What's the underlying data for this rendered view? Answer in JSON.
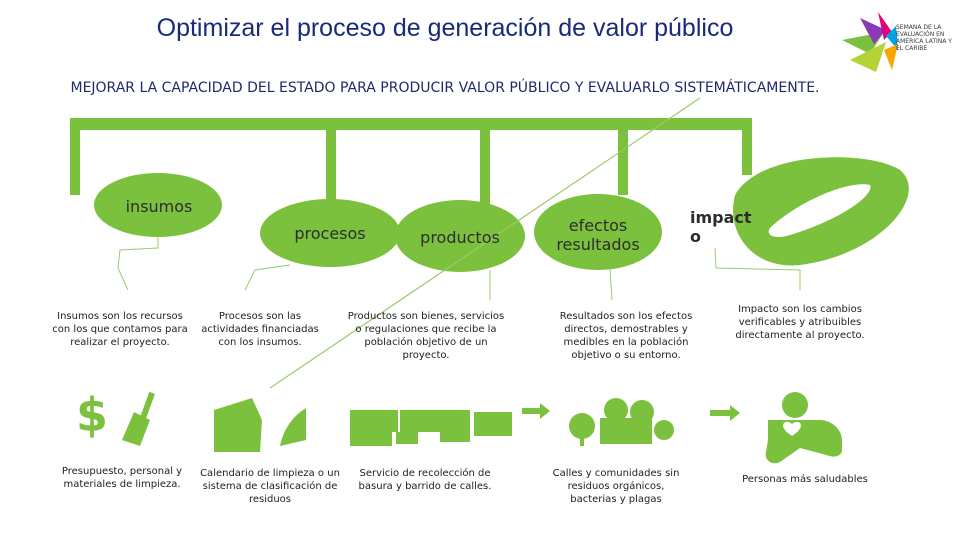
{
  "title": "Optimizar el proceso de generación de valor público",
  "subtitle": "MEJORAR LA CAPACIDAD DEL ESTADO PARA PRODUCIR VALOR PÚBLICO Y EVALUARLO SISTEMÁTICAMENTE.",
  "logo": {
    "text": "SEMANA DE LA EVALUACIÓN EN AMÉRICA LATINA Y EL CARIBE",
    "colors": [
      "#8a3ab9",
      "#e4007c",
      "#00a3e0",
      "#7cc13e",
      "#f7a600"
    ]
  },
  "accent_color": "#7cc13e",
  "stages": [
    {
      "label": "insumos",
      "description": "Insumos son los recursos con los que contamos para realizar el proyecto.",
      "example": "Presupuesto, personal y materiales de limpieza.",
      "icon": "money-broom-icon"
    },
    {
      "label": "procesos",
      "description": "Procesos son las actividades financiadas con los insumos.",
      "example": "Calendario de limpieza o un sistema de clasificación de residuos",
      "icon": "pie-process-icon"
    },
    {
      "label": "productos",
      "description": "Productos son bienes, servicios o regulaciones que recibe la población objetivo de un proyecto.",
      "example": "Servicio de recolección de basura y barrido de calles.",
      "icon": "truck-icon"
    },
    {
      "label": "efectos resultados",
      "description": "Resultados son los efectos directos, demostrables y medibles en la población objetivo o su entorno.",
      "example": "Calles y comunidades sin residuos orgánicos, bacterias y plagas",
      "icon": "community-trees-icon"
    },
    {
      "label": "impact o",
      "description": "Impacto son los cambios verificables y atribuibles directamente al proyecto.",
      "example": "Personas más saludables",
      "icon": "healthy-person-icon"
    }
  ],
  "dollar_symbol": "$"
}
